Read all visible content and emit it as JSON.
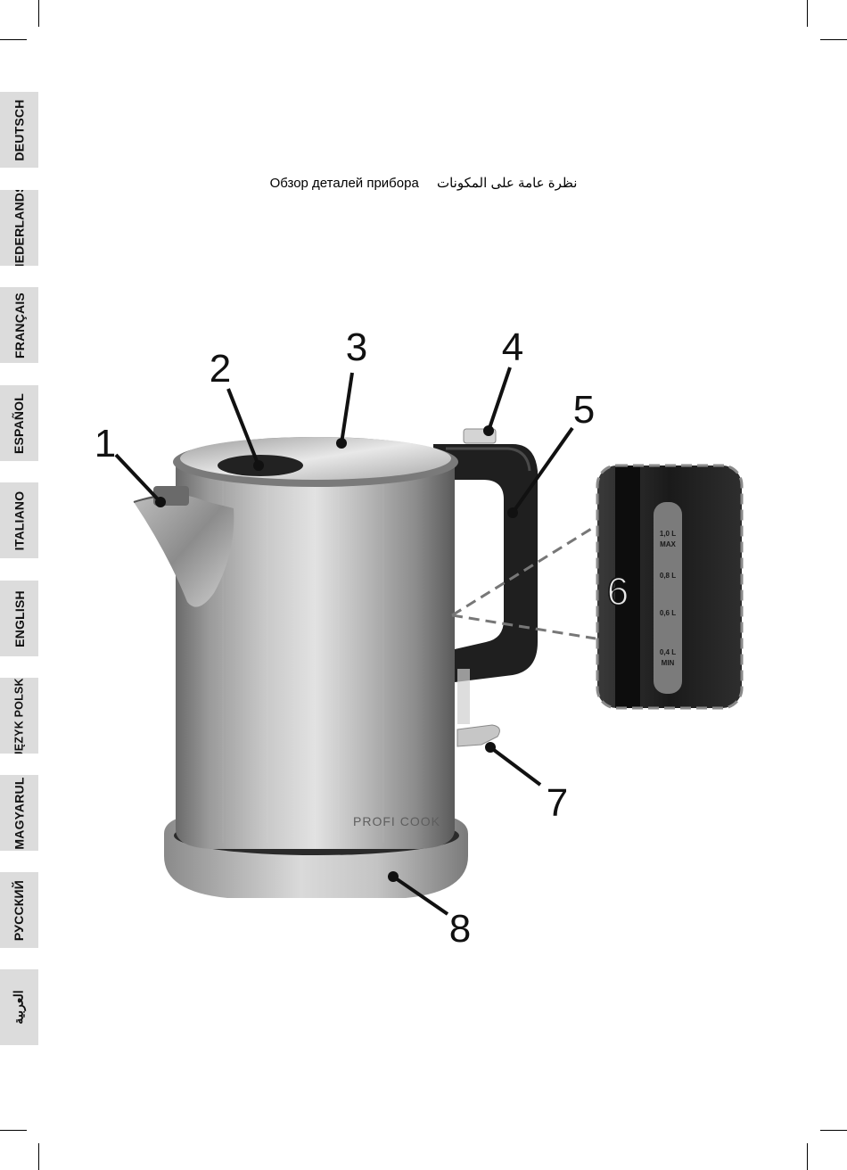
{
  "languages": [
    "DEUTSCH",
    "NEDERLANDS",
    "FRANÇAIS",
    "ESPAÑOL",
    "ITALIANO",
    "ENGLISH",
    "JĘZYK POLSKI",
    "MAGYARUL",
    "РУССКИЙ",
    "العربية"
  ],
  "heading": {
    "russian": "Обзор деталей прибора",
    "arabic": "نظرة عامة على المكونات"
  },
  "callouts": [
    "1",
    "2",
    "3",
    "4",
    "5",
    "6",
    "7",
    "8"
  ],
  "brand_logo": "PROFI COOK",
  "water_level_marks": [
    {
      "value": "1,0 L",
      "sub": "MAX"
    },
    {
      "value": "0,8 L",
      "sub": ""
    },
    {
      "value": "0,6 L",
      "sub": ""
    },
    {
      "value": "0,4 L",
      "sub": "MIN"
    }
  ],
  "colors": {
    "tab_bg": "#dcdcdc",
    "steel_dark": "#5e5e5e",
    "steel_light": "#e4e4e4",
    "handle": "#1f1f1f"
  }
}
